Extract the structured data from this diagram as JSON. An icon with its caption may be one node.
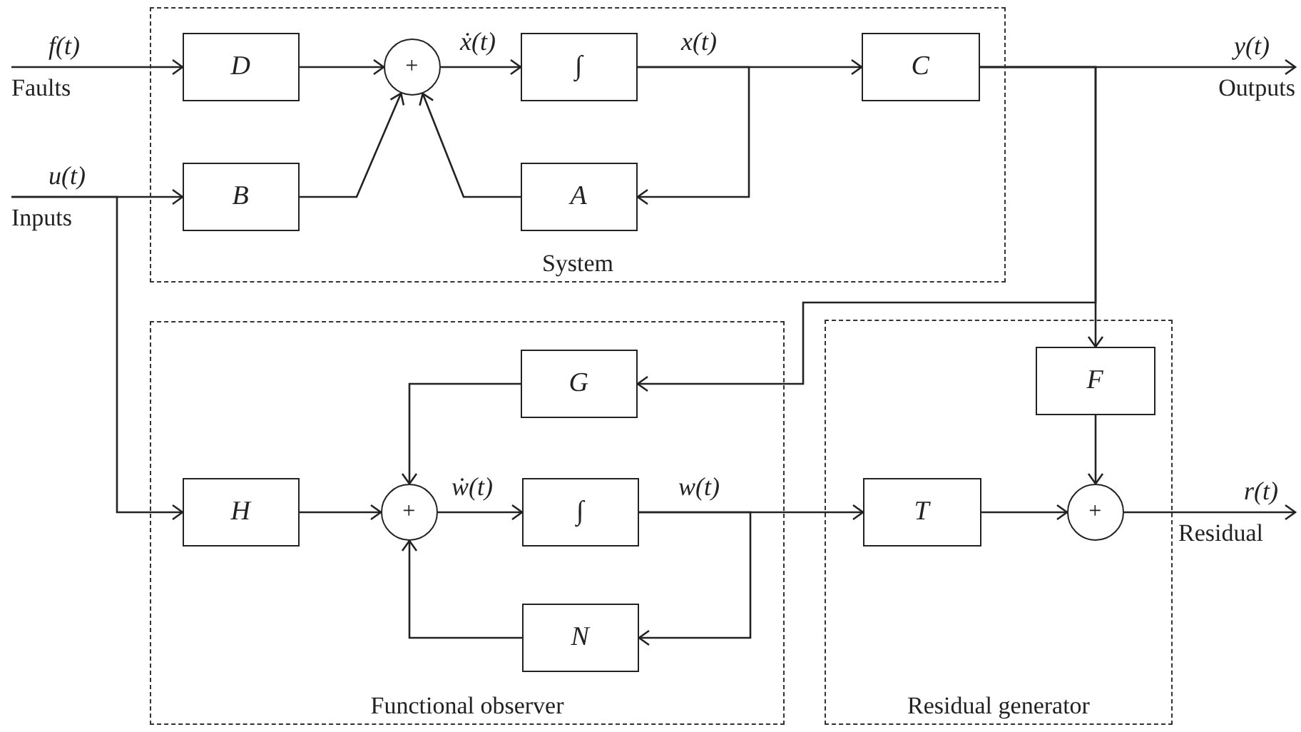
{
  "diagram": {
    "nodes": [
      {
        "text": [
          "System"
        ]
      },
      {
        "text": [
          "D"
        ],
        "in": 0
      },
      {
        "text": [
          "+"
        ],
        "in": 0
      },
      {
        "text": [
          "∫"
        ],
        "in": 0
      },
      {
        "text": [
          "C"
        ],
        "in": 0
      },
      {
        "text": [
          "B"
        ],
        "in": 0
      },
      {
        "text": [
          "A"
        ],
        "in": 0
      },
      {
        "text": [
          "Functional observer"
        ]
      },
      {
        "text": [
          "G"
        ],
        "in": 7
      },
      {
        "text": [
          "H"
        ],
        "in": 7
      },
      {
        "text": [
          "+"
        ],
        "in": 7
      },
      {
        "text": [
          "∫"
        ],
        "in": 7
      },
      {
        "text": [
          "N"
        ],
        "in": 7
      },
      {
        "text": [
          "Residual generator"
        ]
      },
      {
        "text": [
          "F"
        ],
        "in": 13
      },
      {
        "text": [
          "T"
        ],
        "in": 13
      },
      {
        "text": [
          "+"
        ],
        "in": 13
      },
      {
        "text": [
          "f(t)",
          "Faults"
        ]
      },
      {
        "text": [
          "u(t)",
          "Inputs"
        ]
      },
      {
        "text": [
          "y(t)",
          "Outputs"
        ]
      },
      {
        "text": [
          "r(t)",
          "Residual"
        ]
      }
    ],
    "edges": [
      {
        "from": 17,
        "to": 1,
        "arrow": "to"
      },
      {
        "from": 18,
        "to": 5,
        "arrow": "to"
      },
      {
        "from": 18,
        "to": 9,
        "arrow": "to"
      },
      {
        "from": 1,
        "to": 2,
        "arrow": "to"
      },
      {
        "from": 5,
        "to": 2,
        "arrow": "to"
      },
      {
        "from": 6,
        "to": 2,
        "arrow": "to"
      },
      {
        "from": 2,
        "to": 3,
        "arrow": "to",
        "label": "ẋ(t)"
      },
      {
        "from": 3,
        "to": 4,
        "arrow": "to",
        "label": "x(t)"
      },
      {
        "from": 3,
        "to": 6,
        "arrow": "to"
      },
      {
        "from": 4,
        "to": 19,
        "arrow": "to"
      },
      {
        "from": 4,
        "to": 14,
        "arrow": "to"
      },
      {
        "from": 4,
        "to": 8,
        "arrow": "to"
      },
      {
        "from": 9,
        "to": 10,
        "arrow": "to"
      },
      {
        "from": 8,
        "to": 10,
        "arrow": "to"
      },
      {
        "from": 12,
        "to": 10,
        "arrow": "to"
      },
      {
        "from": 10,
        "to": 11,
        "arrow": "to",
        "label": "ẇ(t)"
      },
      {
        "from": 11,
        "to": 15,
        "arrow": "to",
        "label": "w(t)"
      },
      {
        "from": 11,
        "to": 12,
        "arrow": "to"
      },
      {
        "from": 15,
        "to": 16,
        "arrow": "to"
      },
      {
        "from": 14,
        "to": 16,
        "arrow": "to"
      },
      {
        "from": 16,
        "to": 20,
        "arrow": "to"
      }
    ]
  }
}
